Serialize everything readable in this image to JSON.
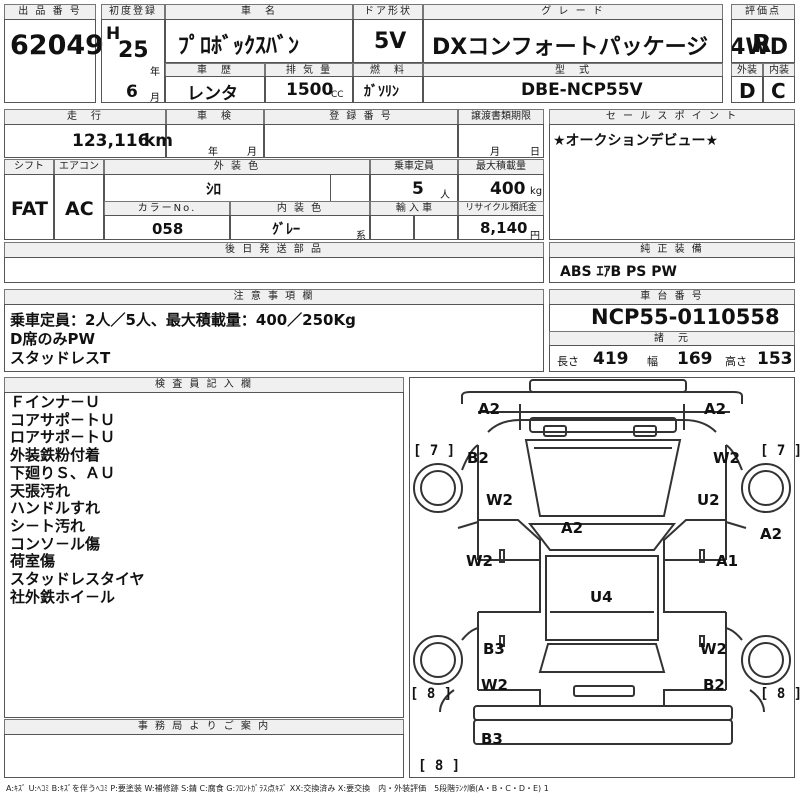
{
  "headers": {
    "lot_no": "出 品 番 号",
    "first_reg": "初度登録",
    "car_name": "車　名",
    "door": "ドア形状",
    "grade": "グ レ ー ド",
    "score": "評価点",
    "history": "車　歴",
    "displacement": "排 気 量",
    "fuel": "燃　料",
    "model_code": "型　式",
    "exterior": "外装",
    "interior": "内装",
    "mileage": "走　行",
    "inspection": "車　検",
    "reg_no": "登 録 番 号",
    "transfer_deadline": "譲渡書類期限",
    "sales_point": "セ ー ル ス ポ イ ン ト",
    "shift": "シフト",
    "ac": "エアコン",
    "ext_color": "外 装 色",
    "capacity": "乗車定員",
    "max_load": "最大積載量",
    "color_no": "カラーNo.",
    "int_color": "内 装 色",
    "import": "輸 入 車",
    "recycle": "リサイクル預託金",
    "later_parts": "後 日 発 送 部 品",
    "genuine_equip": "純 正 装 備",
    "notes": "注 意 事 項 欄",
    "chassis_no": "車 台 番 号",
    "specs": "諸　元",
    "inspector": "検 査 員 記 入 欄",
    "office": "事 務 局 よ り ご 案 内"
  },
  "values": {
    "lot_no": "62049",
    "era": "H",
    "year": "25",
    "year_unit": "年",
    "month": "6",
    "month_unit": "月",
    "car_name": "ﾌﾟﾛﾎﾞｯｸｽﾊﾞﾝ",
    "door": "5V",
    "grade": "DXコンフォートパッケージ　4WD",
    "score": "R",
    "history": "レンタ",
    "displacement": "1500",
    "displacement_unit": "CC",
    "fuel": "ｶﾞｿﾘﾝ",
    "model_code": "DBE-NCP55V",
    "exterior": "D",
    "interior": "C",
    "mileage": "123,116",
    "mileage_unit": "km",
    "insp_year_unit": "年",
    "insp_month_unit": "月",
    "transfer_month_unit": "月",
    "transfer_day_unit": "日",
    "sales_point": "★オークションデビュー★",
    "shift": "FAT",
    "ac": "AC",
    "ext_color": "ｼﾛ",
    "capacity": "5",
    "capacity_unit": "人",
    "max_load": "400",
    "max_load_unit": "kg",
    "color_no": "058",
    "int_color": "ｸﾞﾚｰ",
    "int_color_suffix": "系",
    "recycle": "8,140",
    "recycle_unit": "円",
    "genuine_equip": "ABS ｴｱB PS PW",
    "notes": [
      "乗車定員：2人／5人、最大積載量：400／250Kg",
      "D席のみPW",
      "スタッドレスT"
    ],
    "chassis_no": "NCP55-0110558",
    "length_label": "長さ",
    "length": "419",
    "width_label": "幅",
    "width": "169",
    "height_label": "高さ",
    "height": "153",
    "inspector_notes": [
      "Ｆインナ－Ｕ",
      "コアサポ－トＵ",
      "ロアサポ－トＵ",
      "外装鉄粉付着",
      "下廻りＳ、ＡＵ",
      "天張汚れ",
      "ハンドルすれ",
      "シ－ト汚れ",
      "コンソ－ル傷",
      "荷室傷",
      "スタッドレスタイヤ",
      "社外鉄ホイ－ル"
    ],
    "legend": "A:ｷｽﾞ U:ﾍｺﾐ B:ｷｽﾞを伴うﾍｺﾐ P:要塗装 W:補修跡 S:錆 C:腐食 G:ﾌﾛﾝﾄｶﾞﾗｽ点ｷｽﾞ XX:交換済み X:要交換　内・外装評価　5段階ﾗﾝｸ順(A・B・C・D・E) 1"
  },
  "diagram_marks": {
    "front_left": "A2",
    "front_right": "A2",
    "tire_fl_bracket": "[ 7 ]",
    "tire_fr_bracket": "[ 7 ]",
    "fender_fl": "B2",
    "fender_fr": "W2",
    "door_fl_upper": "W2",
    "door_fr_upper": "U2",
    "hood": "A2",
    "right_edge": "A2",
    "door_fl": "W2",
    "door_fr": "A1",
    "roof": "U4",
    "rear_fender_l": "B3",
    "rear_fender_r": "W2",
    "tire_rl_bracket": "[ 8 ]",
    "tire_rr_bracket": "[ 8 ]",
    "quarter_l": "W2",
    "quarter_r": "B2",
    "rear_bumper": "B3",
    "spare_bracket": "[ 8 ]"
  }
}
